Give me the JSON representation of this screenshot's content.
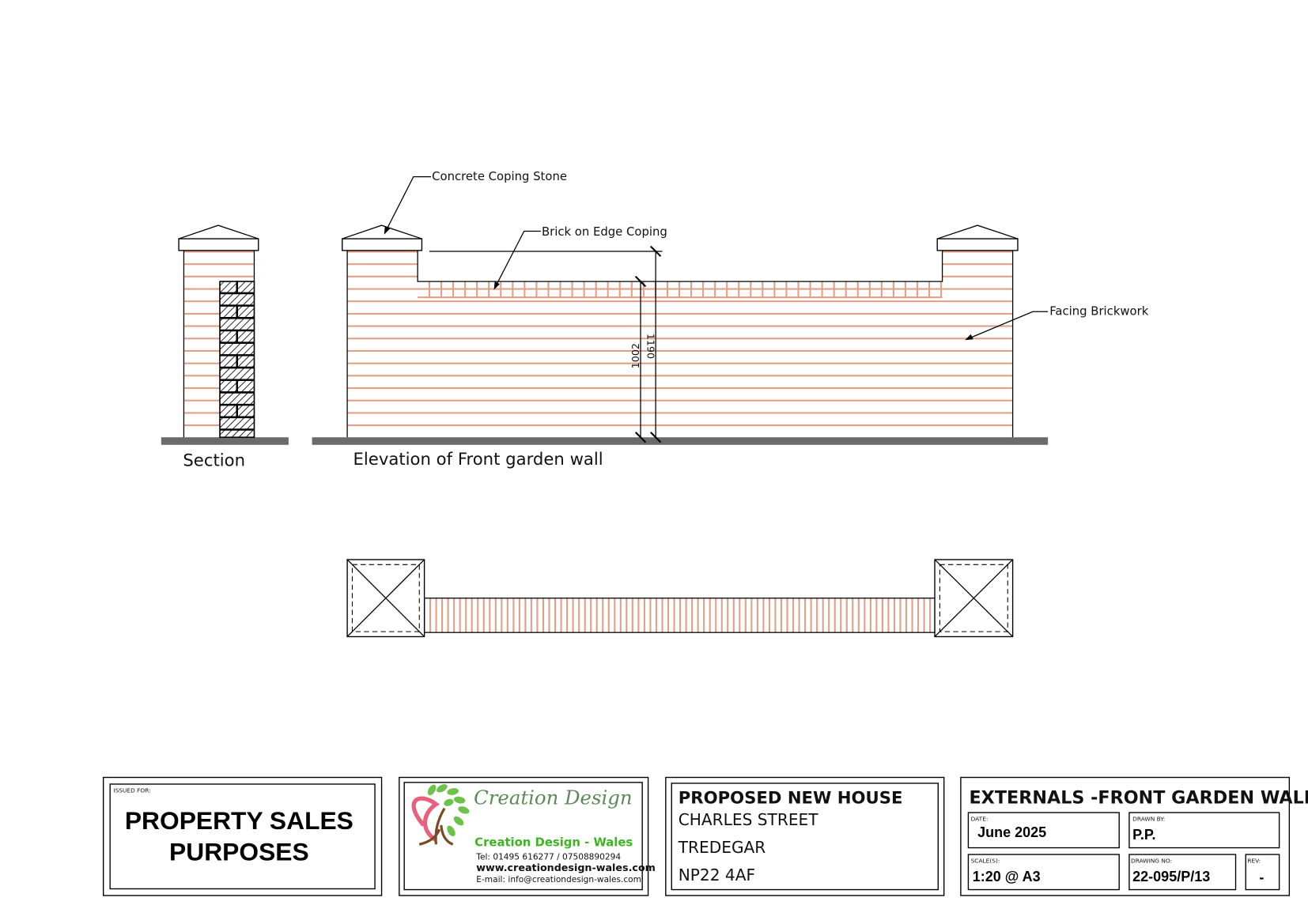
{
  "drawing": {
    "labels": {
      "coping_stone": "Concrete Coping Stone",
      "brick_coping": "Brick on Edge Coping",
      "facing": "Facing Brickwork",
      "section_title": "Section",
      "elevation_title": "Elevation of Front garden wall"
    },
    "dimensions": {
      "wall_height": "1002",
      "pier_height": "1190"
    },
    "colors": {
      "brick": "#e2a088",
      "ground": "#6b6b6b"
    }
  },
  "title_block": {
    "issued_for_label": "ISSUED FOR:",
    "issued_for_line1": "PROPERTY SALES",
    "issued_for_line2": "PURPOSES",
    "company": {
      "logo_text": "Creation Design",
      "name": "Creation Design - Wales",
      "tel": "Tel: 01495 616277 / 07508890294",
      "web": "www.creationdesign-wales.com",
      "email": "E-mail: info@creationdesign-wales.com"
    },
    "project": {
      "title": "PROPOSED NEW HOUSE",
      "street": "CHARLES STREET",
      "town": "TREDEGAR",
      "postcode": "NP22 4AF"
    },
    "sheet": {
      "title": "EXTERNALS -FRONT GARDEN WALL",
      "date_label": "DATE:",
      "date": "June 2025",
      "drawn_by_label": "DRAWN BY:",
      "drawn_by": "P.P.",
      "scale_label": "SCALE(S):",
      "scale": "1:20 @ A3",
      "drawing_no_label": "DRAWING NO:",
      "drawing_no": "22-095/P/13",
      "rev_label": "REV:",
      "rev": "-"
    }
  }
}
